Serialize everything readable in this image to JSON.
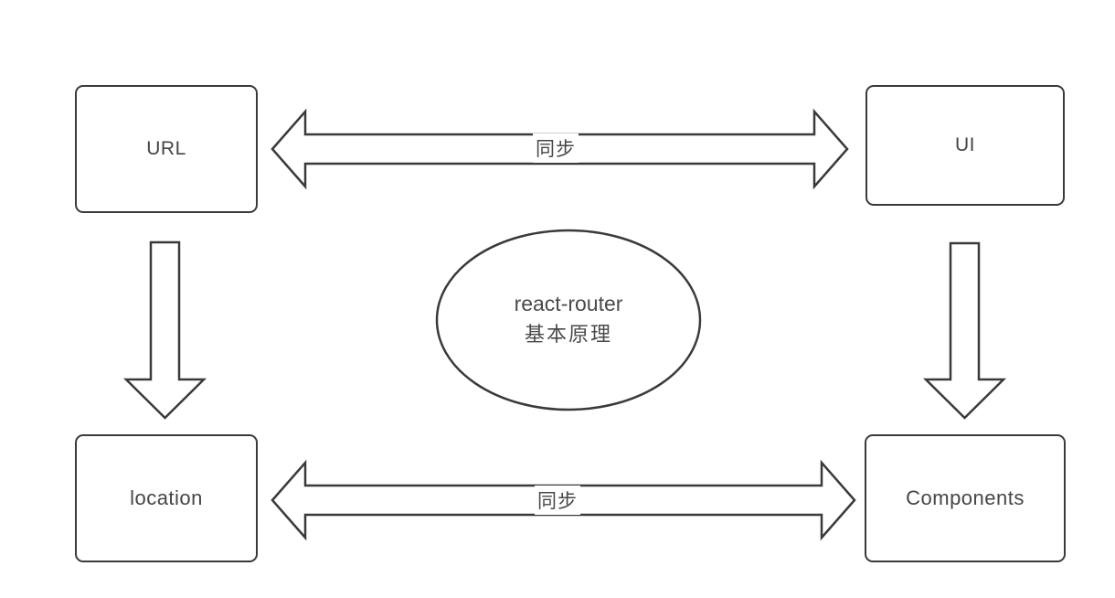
{
  "diagram": {
    "center": {
      "title_line1": "react-router",
      "title_line2": "基本原理"
    },
    "nodes": {
      "url": {
        "label": "URL"
      },
      "ui": {
        "label": "UI"
      },
      "location": {
        "label": "location"
      },
      "components": {
        "label": "Components"
      }
    },
    "edges": {
      "top_sync_label": "同步",
      "bottom_sync_label": "同步"
    },
    "colors": {
      "stroke": "#3a3a3a",
      "text": "#4a4a4a",
      "background": "#ffffff"
    }
  }
}
